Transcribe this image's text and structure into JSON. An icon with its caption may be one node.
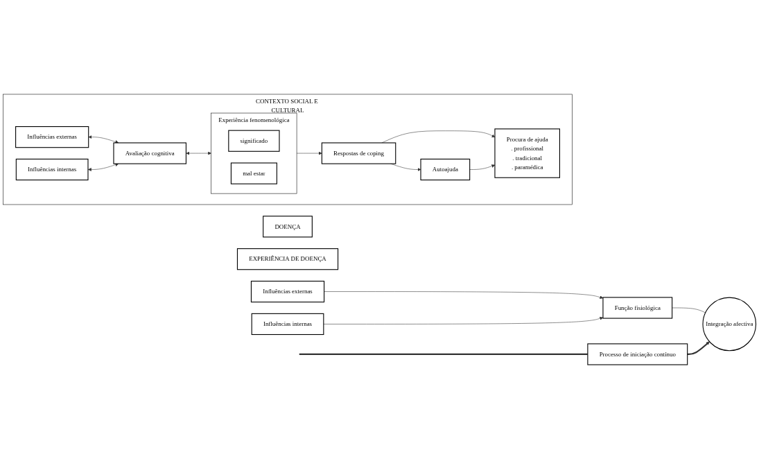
{
  "diagram": {
    "nodes": [
      {
        "text": [
          "DOENÇA"
        ]
      },
      {
        "text": [
          "EXPERIÊNCIA DE DOENÇA"
        ]
      },
      {
        "text": [
          "Influências externas"
        ]
      },
      {
        "text": [
          "Função  fisiológica"
        ]
      },
      {
        "text": [
          "Influências internas"
        ]
      },
      {
        "text": [
          "Integração afectiva"
        ]
      },
      {
        "text": [
          "CONTEXTO SOCIAL E CULTURAL"
        ]
      },
      {
        "text": [
          "Influências externas"
        ],
        "in": 6
      },
      {
        "text": [
          "Avaliação cognitiva"
        ],
        "in": 6
      },
      {
        "text": [
          "Influências internas"
        ],
        "in": 6
      },
      {
        "text": [
          "Experiência fenomenológica"
        ],
        "in": 6
      },
      {
        "text": [
          "significado"
        ],
        "in": 10
      },
      {
        "text": [
          "mal estar"
        ],
        "in": 10
      },
      {
        "text": [
          "Autoajuda"
        ],
        "in": 6
      },
      {
        "text": [
          "Respostas de coping"
        ],
        "in": 6
      },
      {
        "text": [
          "Procura de ajuda",
          ". profissional",
          ". tradicional",
          ". paramédica"
        ],
        "in": 6
      },
      {
        "text": [
          "Processo de iniciação contínuo"
        ]
      }
    ],
    "edges": [
      {
        "from": 2,
        "to": 3,
        "arrow": "to"
      },
      {
        "from": 4,
        "to": 3,
        "arrow": "to"
      },
      {
        "from": 3,
        "to": 5,
        "arrow": "none"
      },
      {
        "from": 7,
        "to": 8,
        "arrow": "both"
      },
      {
        "from": 9,
        "to": 8,
        "arrow": "both"
      },
      {
        "from": 8,
        "to": 10,
        "arrow": "both"
      },
      {
        "from": 10,
        "to": 14,
        "arrow": "to"
      },
      {
        "from": 14,
        "to": 13,
        "arrow": "to"
      },
      {
        "from": 14,
        "to": 15,
        "arrow": "to"
      },
      {
        "from": 13,
        "to": 15,
        "arrow": "to"
      },
      {
        "from": 16,
        "to": 5,
        "arrow": "to",
        "style": "thick"
      },
      {
        "from": null,
        "to": 16,
        "arrow": "none",
        "style": "thick"
      }
    ]
  }
}
